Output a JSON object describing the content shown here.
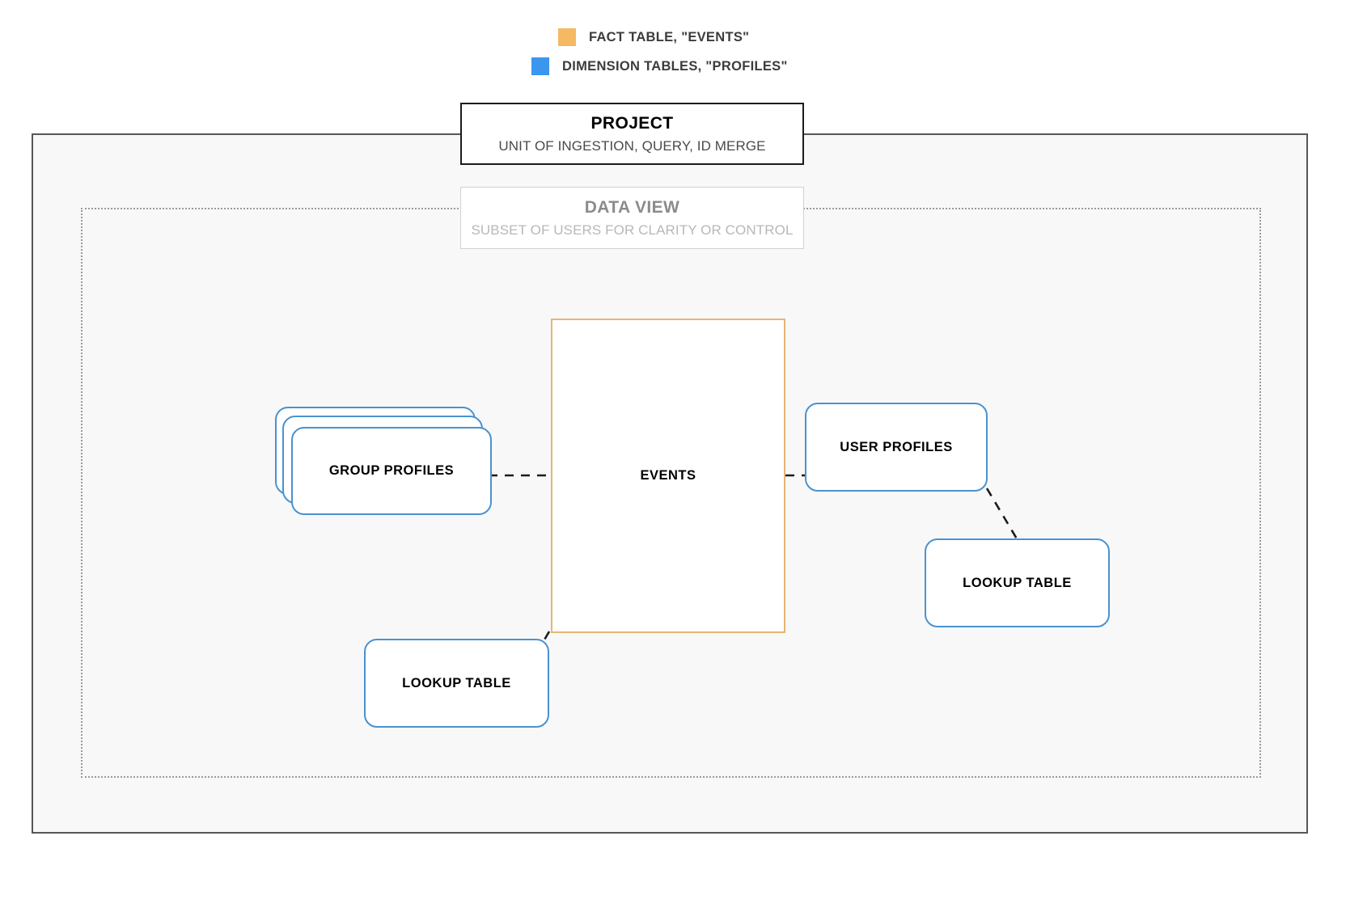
{
  "legend": {
    "items": [
      {
        "label": "FACT TABLE, \"EVENTS\"",
        "color": "#f5b963",
        "icon": "orange-square-swatch"
      },
      {
        "label": "DIMENSION TABLES, \"PROFILES\"",
        "color": "#3b96ed",
        "icon": "blue-square-swatch"
      }
    ]
  },
  "containers": {
    "project": {
      "title": "PROJECT",
      "subtitle": "UNIT OF INGESTION, QUERY, ID MERGE",
      "border_color": "#1c1c1c",
      "fill_color": "#f8f8f8"
    },
    "data_view": {
      "title": "DATA VIEW",
      "subtitle": "SUBSET OF USERS FOR CLARITY OR CONTROL",
      "border_color": "#d2d2d2",
      "title_color": "#8b8b8b",
      "subtitle_color": "#b8b8b8"
    }
  },
  "nodes": {
    "events": {
      "label": "EVENTS",
      "type": "fact-table",
      "color": "#e8b473"
    },
    "group_profiles": {
      "label": "GROUP PROFILES",
      "type": "dimension-table-stack",
      "color": "#4a92d0",
      "stack_count": 3
    },
    "user_profiles": {
      "label": "USER PROFILES",
      "type": "dimension-table",
      "color": "#4a92d0"
    },
    "lookup_left": {
      "label": "LOOKUP TABLE",
      "type": "dimension-table",
      "color": "#4a92d0"
    },
    "lookup_right": {
      "label": "LOOKUP TABLE",
      "type": "dimension-table",
      "color": "#4a92d0"
    }
  },
  "connectors": {
    "style": "dashed",
    "color": "#1c1c1c",
    "edges": [
      {
        "from": "group_profiles",
        "to": "events"
      },
      {
        "from": "events",
        "to": "user_profiles"
      },
      {
        "from": "events",
        "to": "lookup_left"
      },
      {
        "from": "user_profiles",
        "to": "lookup_right"
      }
    ]
  }
}
